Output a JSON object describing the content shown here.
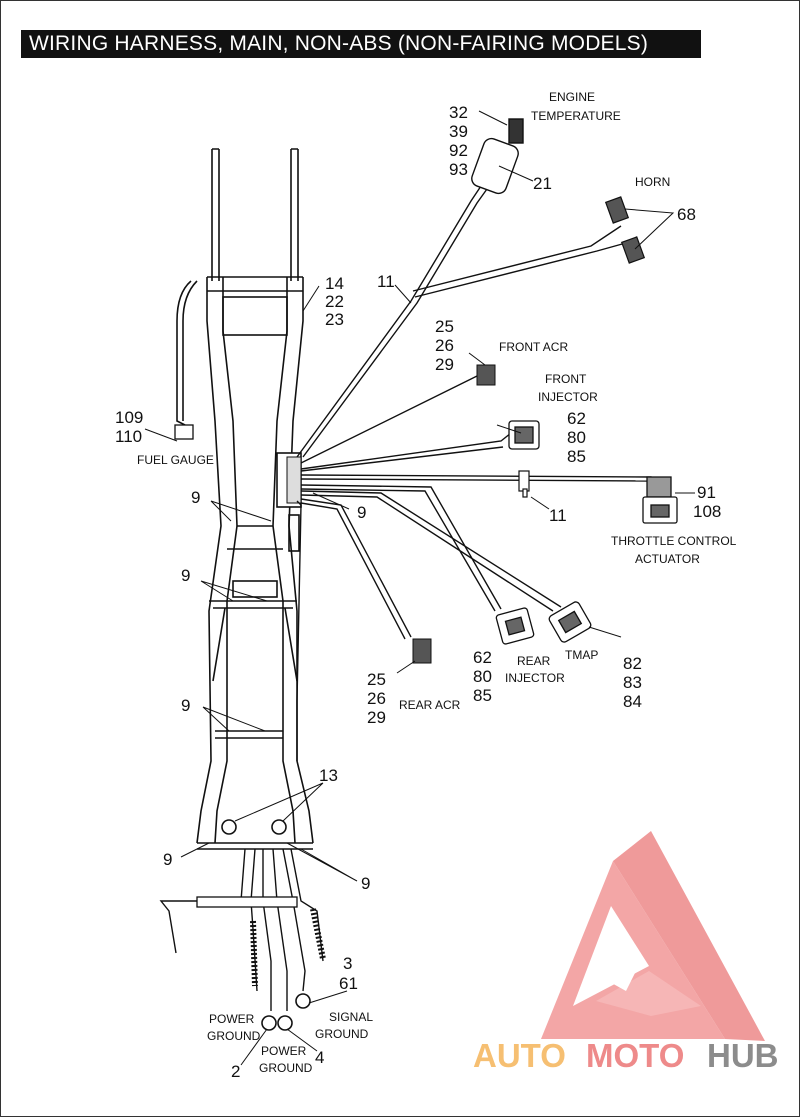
{
  "title": "WIRING HARNESS, MAIN, NON-ABS (NON-FAIRING MODELS)",
  "callouts": {
    "engine_temp_nums": [
      "32",
      "39",
      "92",
      "93"
    ],
    "engine_temp_line1": "ENGINE",
    "engine_temp_line2": "TEMPERATURE",
    "n21": "21",
    "horn": "HORN",
    "n68": "68",
    "n11_top": "11",
    "frame_nums": [
      "14",
      "22",
      "23"
    ],
    "front_acr_nums": [
      "25",
      "26",
      "29"
    ],
    "front_acr": "FRONT ACR",
    "front_injector_line1": "FRONT",
    "front_injector_line2": "INJECTOR",
    "front_injector_nums": [
      "62",
      "80",
      "85"
    ],
    "fuel_gauge_nums": [
      "109",
      "110"
    ],
    "fuel_gauge": "FUEL GAUGE",
    "n9": "9",
    "n11_mid": "11",
    "tca_nums": [
      "91",
      "108"
    ],
    "tca_line1": "THROTTLE CONTROL",
    "tca_line2": "ACTUATOR",
    "rear_acr_nums": [
      "25",
      "26",
      "29"
    ],
    "rear_acr": "REAR ACR",
    "rear_injector_nums": [
      "62",
      "80",
      "85"
    ],
    "rear_injector_line1": "REAR",
    "rear_injector_line2": "INJECTOR",
    "tmap": "TMAP",
    "tmap_nums": [
      "82",
      "83",
      "84"
    ],
    "n13": "13",
    "signal_ground_nums": [
      "3",
      "61"
    ],
    "signal_ground_line1": "SIGNAL",
    "signal_ground_line2": "GROUND",
    "power_ground_a_line1": "POWER",
    "power_ground_a_line2": "GROUND",
    "n2": "2",
    "power_ground_b_line1": "POWER",
    "power_ground_b_line2": "GROUND",
    "n4": "4"
  },
  "watermark": {
    "part1": "AUTO",
    "part2": "MOTO",
    "part3": "HUB",
    "color_light": "#f6bf72",
    "color_red": "#ee8a8a",
    "color_dark": "#8c8c8c"
  }
}
